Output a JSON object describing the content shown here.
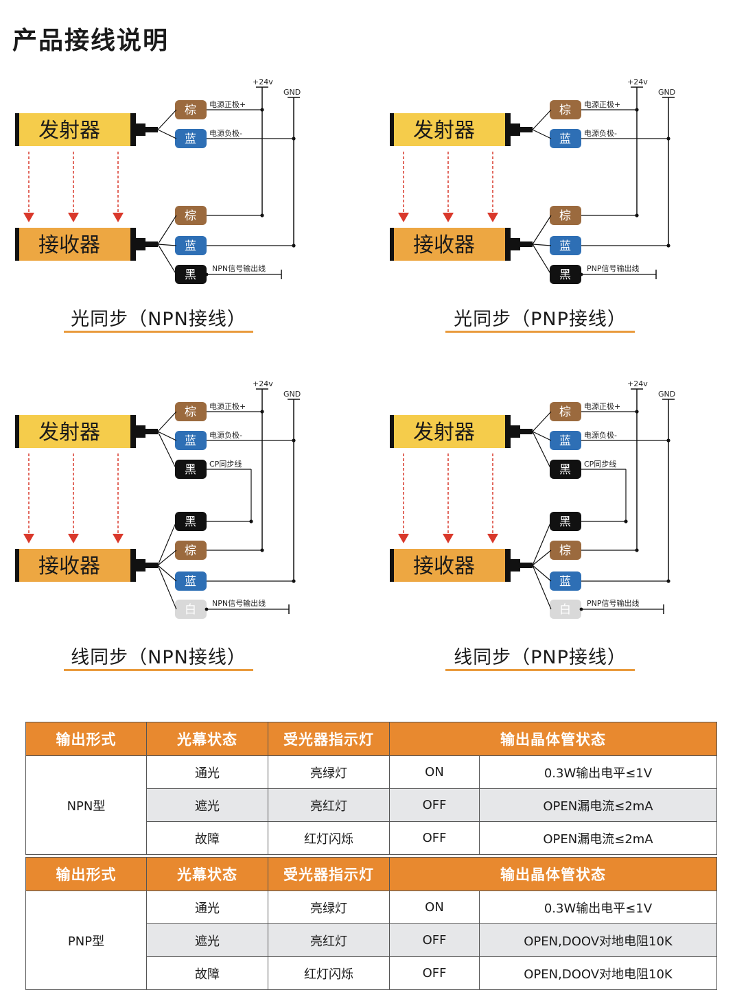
{
  "page_title": "产品接线说明",
  "labels": {
    "emitter": "发射器",
    "receiver": "接收器",
    "plus24": "+24v",
    "gnd": "GND",
    "power_pos": "电源正极+",
    "power_neg": "电源负极-",
    "cp_sync": "CP同步线",
    "npn_out": "NPN信号输出线",
    "pnp_out": "PNP信号输出线"
  },
  "wire_colors": {
    "brown": {
      "text": "棕",
      "color": "#9b6a3e"
    },
    "blue": {
      "text": "蓝",
      "color": "#2e6fb5"
    },
    "black": {
      "text": "黑",
      "color": "#111111"
    },
    "white": {
      "text": "白",
      "color": "#d9d9d9"
    }
  },
  "colors": {
    "emitter_fill": "#f5cc4b",
    "receiver_fill": "#eda742",
    "arrow": "#d9382b",
    "accent": "#e8892f"
  },
  "diagrams": [
    {
      "caption": "光同步（NPN接线）",
      "type": "optical",
      "output": "NPN"
    },
    {
      "caption": "光同步（PNP接线）",
      "type": "optical",
      "output": "PNP"
    },
    {
      "caption": "线同步（NPN接线）",
      "type": "wired",
      "output": "NPN"
    },
    {
      "caption": "线同步（PNP接线）",
      "type": "wired",
      "output": "PNP"
    }
  ],
  "tables": [
    {
      "headers": [
        "输出形式",
        "光幕状态",
        "受光器指示灯",
        "输出晶体管状态"
      ],
      "model": "NPN型",
      "rows": [
        {
          "state": "通光",
          "indicator": "亮绿灯",
          "switch": "ON",
          "detail": "0.3W输出电平≤1V"
        },
        {
          "state": "遮光",
          "indicator": "亮红灯",
          "switch": "OFF",
          "detail": "OPEN漏电流≤2mA"
        },
        {
          "state": "故障",
          "indicator": "红灯闪烁",
          "switch": "OFF",
          "detail": "OPEN漏电流≤2mA"
        }
      ]
    },
    {
      "headers": [
        "输出形式",
        "光幕状态",
        "受光器指示灯",
        "输出晶体管状态"
      ],
      "model": "PNP型",
      "rows": [
        {
          "state": "通光",
          "indicator": "亮绿灯",
          "switch": "ON",
          "detail": "0.3W输出电平≤1V"
        },
        {
          "state": "遮光",
          "indicator": "亮红灯",
          "switch": "OFF",
          "detail": "OPEN,DOOV对地电阻10K"
        },
        {
          "state": "故障",
          "indicator": "红灯闪烁",
          "switch": "OFF",
          "detail": "OPEN,DOOV对地电阻10K"
        }
      ]
    }
  ]
}
